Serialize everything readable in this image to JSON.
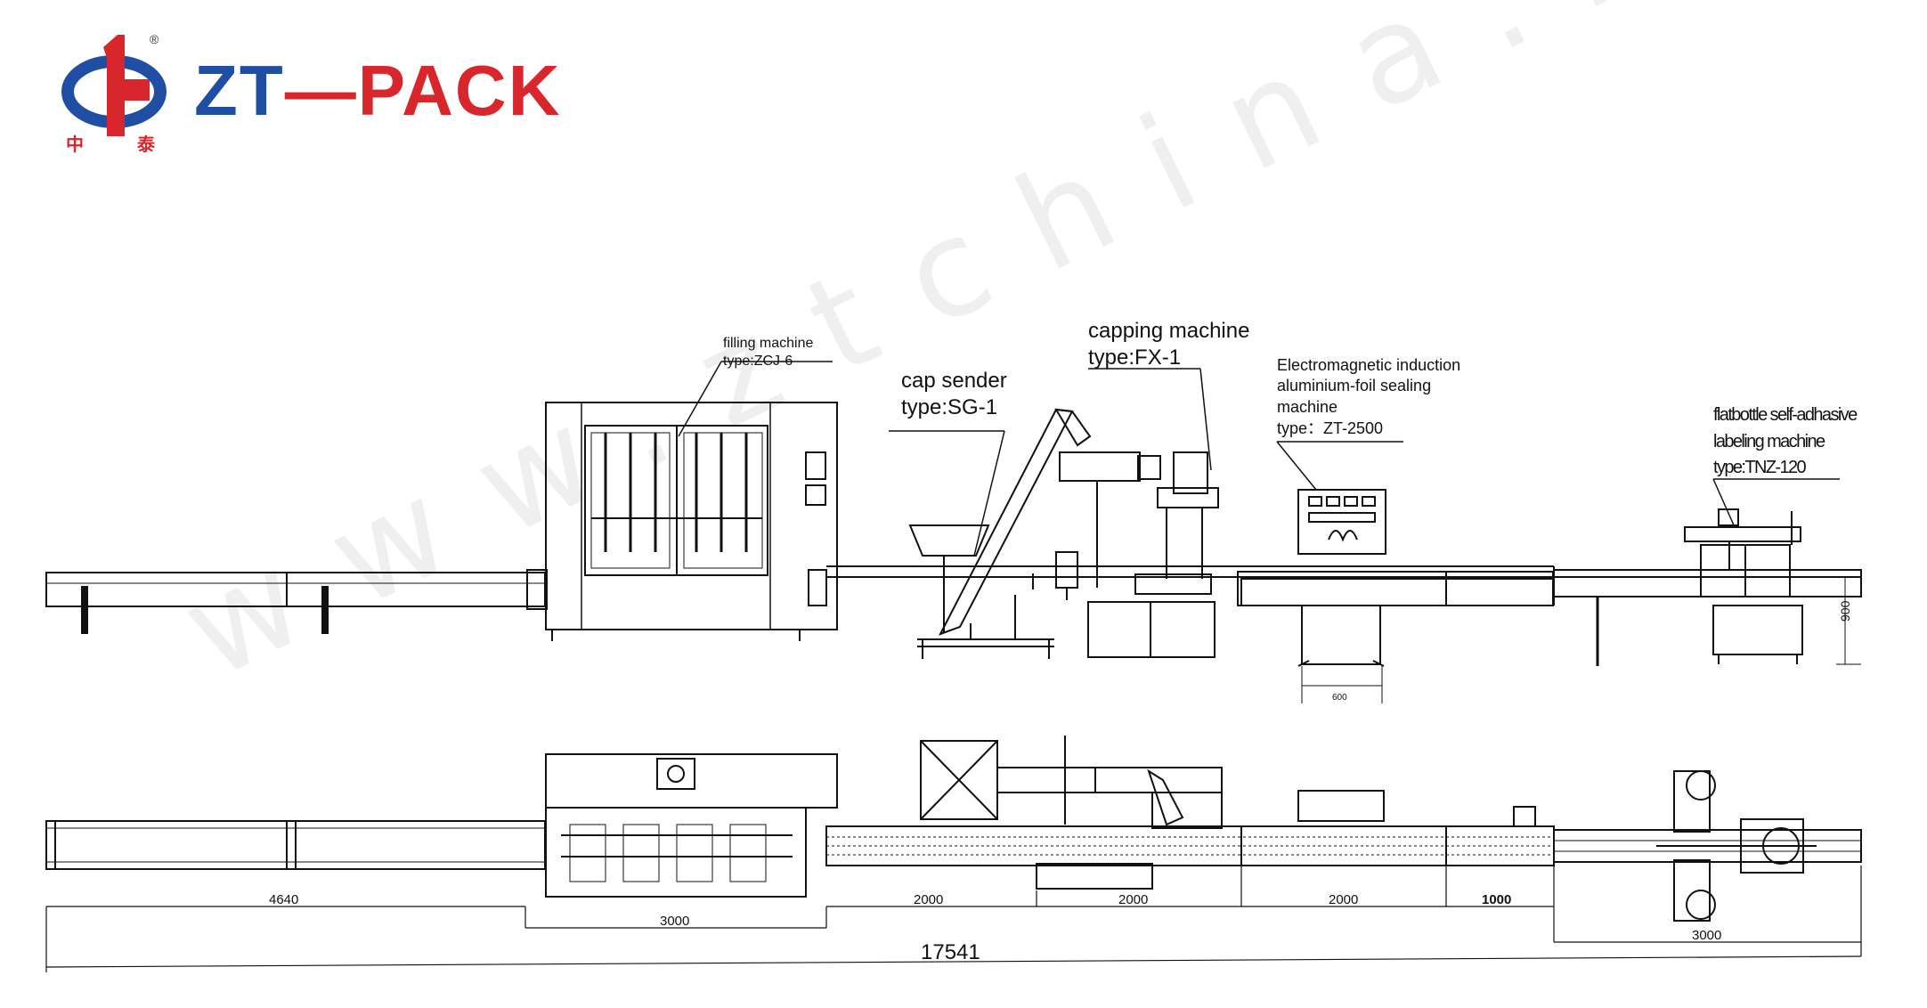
{
  "logo": {
    "brand": "ZT—PACK",
    "chinese_left": "中",
    "chinese_right": "泰",
    "registered": "®",
    "colors": {
      "blue": "#1f4ea3",
      "red": "#d8262d"
    }
  },
  "watermark": "www.ztchina.net",
  "machines": {
    "filling": {
      "name": "filling machine",
      "type": "type:ZCJ-6"
    },
    "cap_sender": {
      "name": "cap sender",
      "type": "type:SG-1"
    },
    "capping": {
      "name": "capping machine",
      "type": "type:FX-1"
    },
    "sealing": {
      "line1": "Electromagnetic induction",
      "line2": "aluminium-foil sealing",
      "line3": "machine",
      "type": "type：ZT-2500"
    },
    "labeling": {
      "line1": "flatbottle self-adhasive",
      "line2": "labeling machine",
      "type": "type:TNZ-120"
    }
  },
  "dimensions": {
    "seg_4640": "4640",
    "seg_3000_a": "3000",
    "seg_2000_a": "2000",
    "seg_2000_b": "2000",
    "seg_2000_c": "2000",
    "seg_1000": "1000",
    "seg_3000_b": "3000",
    "total": "17541",
    "height_900": "900",
    "width_600": "600"
  }
}
